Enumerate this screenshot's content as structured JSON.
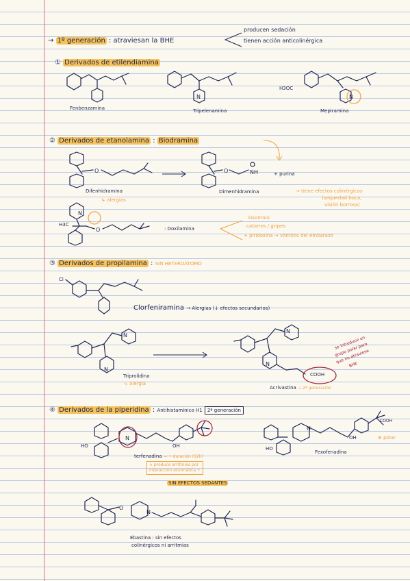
{
  "header": {
    "prefix": "→",
    "label": "1º generación",
    "text": ": atraviesan la BHE",
    "effect1": "producen sedación",
    "effect2": "tienen acción anticolinérgica"
  },
  "sections": [
    {
      "number": "①",
      "title": "Derivados de etilendiamina",
      "compounds": [
        "Fenbenzamina",
        "Tripelenamina",
        "Mepiramina"
      ],
      "group_label": "H3OC"
    },
    {
      "number": "②",
      "title": "Derivados de etanolamina",
      "separator": ":",
      "highlight": "Biodramina",
      "plus_purine": "+ purina",
      "compounds": [
        "Difenhidramina",
        "Dimenhidramina",
        "Doxilamina"
      ],
      "difen_note": "↳ alergias",
      "dimen_note1": "→ tiene efectos colinérgicos",
      "dimen_note2": "(sequedad boca,",
      "dimen_note3": "visión borrosa)",
      "doxil_sep": ":",
      "doxil_uses": [
        "insomnio",
        "catarros / gripes",
        "+ piridoxina → vómitos del embarazo"
      ],
      "methyl_label": "H3C"
    },
    {
      "number": "③",
      "title": "Derivados de propilamina",
      "separator": ":",
      "note": "SIN HETEROÁTOMO",
      "clor": "Clorfeniramina",
      "clor_effect": "→ Alergias (↓ efectos secundarios)",
      "cl_label": "Cl",
      "tripro": "Triprolidina",
      "tripro_note": "↳ alergia",
      "acri": "Acrivastina",
      "acri_note": "→ 2ª generación",
      "acri_red": [
        "se introduce un",
        "grupo polar para",
        "que no atraviese",
        "BHE"
      ],
      "cooh": "COOH"
    },
    {
      "number": "④",
      "title": "Derivados de la piperidina",
      "separator": ":",
      "subtitle": "Antihistamínico H1",
      "gen": "2ª generación",
      "terfe": "terfenadina",
      "terfe_note": "→ + duración (12h)",
      "terfe_box1": "↳ produce arritmias por",
      "terfe_box2": "interacción enzimática +",
      "fexo": "Fexofenadina",
      "polar": "⊕ polar",
      "cooh": "COOH",
      "ho_label": "HO",
      "oh_label": "OH",
      "n_label": "N"
    }
  ],
  "sin_efectos": "SIN EFECTOS SEDANTES",
  "ebastina": "Ebastina : sin efectos",
  "ebastina2": "colinérgicos ni arritmias"
}
